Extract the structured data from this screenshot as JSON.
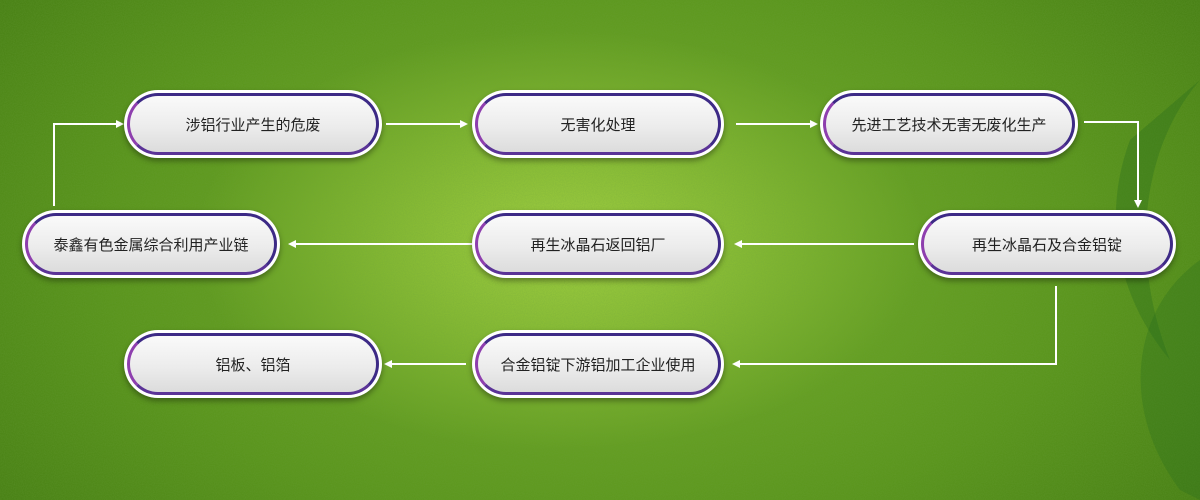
{
  "flow": {
    "nodes": [
      {
        "id": "hazard",
        "label": "涉铝行业产生的危废"
      },
      {
        "id": "harmless",
        "label": "无害化处理"
      },
      {
        "id": "advanced",
        "label": "先进工艺技术无害无废化生产"
      },
      {
        "id": "cryolite-ingot",
        "label": "再生冰晶石及合金铝锭"
      },
      {
        "id": "cryolite-return",
        "label": "再生冰晶石返回铝厂"
      },
      {
        "id": "taixin",
        "label": "泰鑫有色金属综合利用产业链"
      },
      {
        "id": "downstream",
        "label": "合金铝锭下游铝加工企业使用"
      },
      {
        "id": "plate-foil",
        "label": "铝板、铝箔"
      }
    ]
  },
  "colors": {
    "node_border": "#3d2a86",
    "node_border_accent": "#8e3fae",
    "arrow": "#ffffff",
    "background": "#5a951d"
  }
}
